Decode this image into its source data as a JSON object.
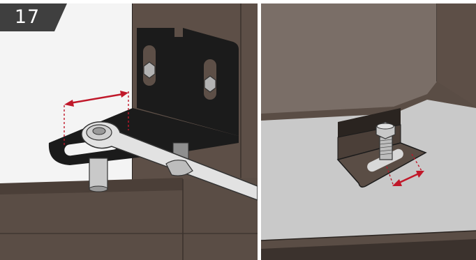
{
  "step": {
    "number": "17",
    "badge_color": "#3f3f3f"
  },
  "colors": {
    "dark_wall": "#5a4d45",
    "dark_wall_shade": "#4b3f38",
    "light_wall": "#f4f4f4",
    "floor_gray": "#c9c9c9",
    "bracket": "#1b1b1b",
    "hardware": "#a9a9a9",
    "measure_arrow": "#c0182a"
  },
  "panels": [
    {
      "id": "left",
      "content": [
        "bracket",
        "bolt",
        "wrench",
        "adjustment-arrow"
      ]
    },
    {
      "id": "right",
      "content": [
        "bracket",
        "bolt",
        "adjustment-arrow"
      ]
    }
  ]
}
